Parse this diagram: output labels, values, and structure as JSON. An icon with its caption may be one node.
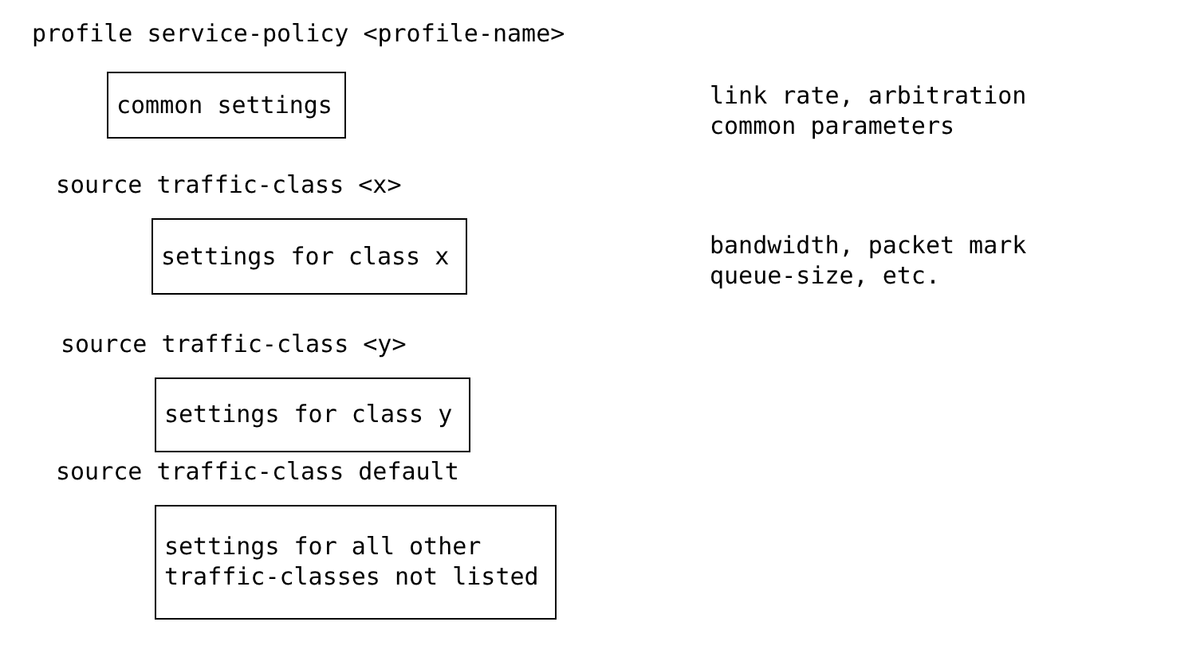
{
  "diagram": {
    "nodes": [
      {
        "text": [
          "common settings"
        ]
      },
      {
        "text": [
          "settings for class x"
        ]
      },
      {
        "text": [
          "settings for class y"
        ]
      },
      {
        "text": [
          "settings for all other traffic-classes not listed"
        ]
      }
    ],
    "labels": [
      "profile service-policy <profile-name>",
      "link rate, arbitration common parameters",
      "source traffic-class <x>",
      "bandwidth, packet mark queue-size, etc.",
      "source traffic-class <y>",
      "source traffic-class default"
    ]
  }
}
